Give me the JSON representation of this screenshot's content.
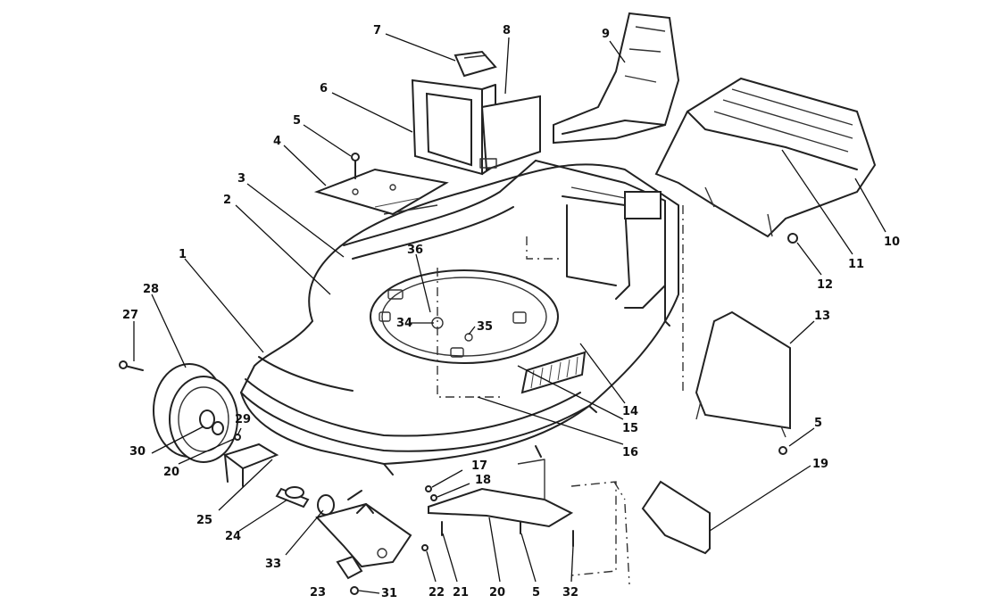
{
  "header_fragment": "",
  "callouts": [
    {
      "id": "c1",
      "text": "1"
    },
    {
      "id": "c2",
      "text": "2"
    },
    {
      "id": "c3",
      "text": "3"
    },
    {
      "id": "c4",
      "text": "4"
    },
    {
      "id": "c5a",
      "text": "5"
    },
    {
      "id": "c6",
      "text": "6"
    },
    {
      "id": "c7",
      "text": "7"
    },
    {
      "id": "c8",
      "text": "8"
    },
    {
      "id": "c9",
      "text": "9"
    },
    {
      "id": "c10",
      "text": "10"
    },
    {
      "id": "c11",
      "text": "11"
    },
    {
      "id": "c12",
      "text": "12"
    },
    {
      "id": "c13",
      "text": "13"
    },
    {
      "id": "c5b",
      "text": "5"
    },
    {
      "id": "c14",
      "text": "14"
    },
    {
      "id": "c15",
      "text": "15"
    },
    {
      "id": "c16",
      "text": "16"
    },
    {
      "id": "c19",
      "text": "19"
    },
    {
      "id": "c36",
      "text": "36"
    },
    {
      "id": "c34",
      "text": "34"
    },
    {
      "id": "c35",
      "text": "35"
    },
    {
      "id": "c28",
      "text": "28"
    },
    {
      "id": "c27",
      "text": "27"
    },
    {
      "id": "c29",
      "text": "29"
    },
    {
      "id": "c30",
      "text": "30"
    },
    {
      "id": "c20a",
      "text": "20"
    },
    {
      "id": "c25",
      "text": "25"
    },
    {
      "id": "c24",
      "text": "24"
    },
    {
      "id": "c33",
      "text": "33"
    },
    {
      "id": "c23",
      "text": "23"
    },
    {
      "id": "c31",
      "text": "31"
    },
    {
      "id": "c22",
      "text": "22"
    },
    {
      "id": "c21",
      "text": "21"
    },
    {
      "id": "c20b",
      "text": "20"
    },
    {
      "id": "c5c",
      "text": "5"
    },
    {
      "id": "c32",
      "text": "32"
    },
    {
      "id": "c17",
      "text": "17"
    },
    {
      "id": "c18",
      "text": "18"
    }
  ]
}
